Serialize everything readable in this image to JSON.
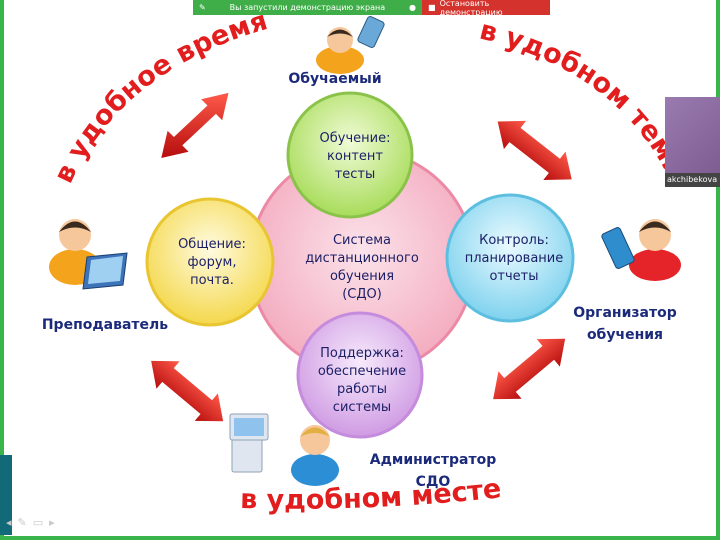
{
  "sharebar": {
    "message": "Вы запустили демонстрацию экрана",
    "stop_label": "Остановить демонстрацию"
  },
  "center": {
    "lines": [
      "Система",
      "дистанционного",
      "обучения",
      "(СДО)"
    ]
  },
  "bubbles": {
    "top": [
      "Обучение:",
      "контент",
      "тесты"
    ],
    "left": [
      "Общение:",
      "форум,",
      "почта."
    ],
    "right": [
      "Контроль:",
      "планирование",
      "отчеты"
    ],
    "bottom": [
      "Поддержка:",
      "обеспечение",
      "работы",
      "системы"
    ]
  },
  "roles": {
    "learner": "Обучаемый",
    "teacher": "Преподаватель",
    "organizer": [
      "Организатор",
      "обучения"
    ],
    "admin": [
      "Администратор",
      "СДО"
    ]
  },
  "arcs": {
    "left": "в удобное время",
    "right": "в удобном темпе",
    "bottom": "в удобном месте"
  },
  "video": {
    "user": "akchibekova"
  },
  "icons": {
    "learner": "person-pda-icon",
    "teacher": "person-laptop-icon",
    "organizer": "person-phone-icon",
    "admin": "person-computer-icon"
  }
}
